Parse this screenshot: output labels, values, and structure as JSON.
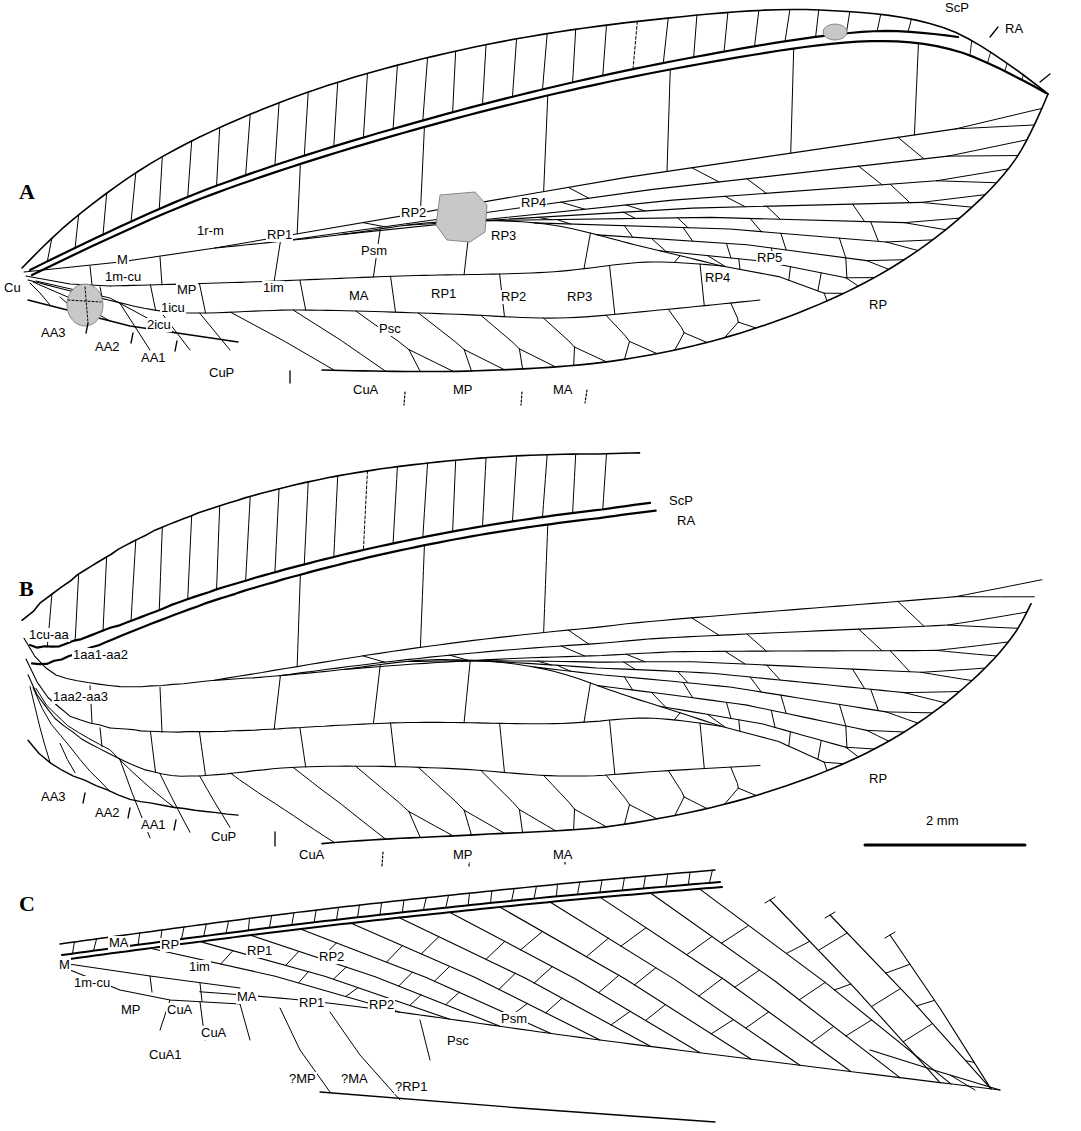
{
  "diagram": {
    "labels": [
      "A",
      "ScP",
      "RA",
      "RP4",
      "RP2",
      "RP3",
      "1r-m",
      "RP1",
      "Psm",
      "M",
      "1m-cu",
      "Cu",
      "MP",
      "1im",
      "MA",
      "RP1",
      "RP2",
      "RP3",
      "RP5",
      "RP4",
      "1icu",
      "2icu",
      "Psc",
      "RP",
      "AA3",
      "AA2",
      "AA1",
      "CuP",
      "CuA",
      "MP",
      "MA",
      "B",
      "ScP",
      "RA",
      "1cu-aa",
      "1aa1-aa2",
      "1aa2-aa3",
      "AA3",
      "AA2",
      "AA1",
      "CuP",
      "RP",
      "CuA",
      "MP",
      "MA",
      "2 mm",
      "C",
      "MA",
      "RP",
      "M",
      "1m-cu",
      "1im",
      "RP1",
      "RP2",
      "MP",
      "CuA",
      "MA",
      "RP1",
      "RP2",
      "CuA",
      "CuA1",
      "Psm",
      "Psc",
      "?MP",
      "?MA",
      "?RP1"
    ]
  }
}
